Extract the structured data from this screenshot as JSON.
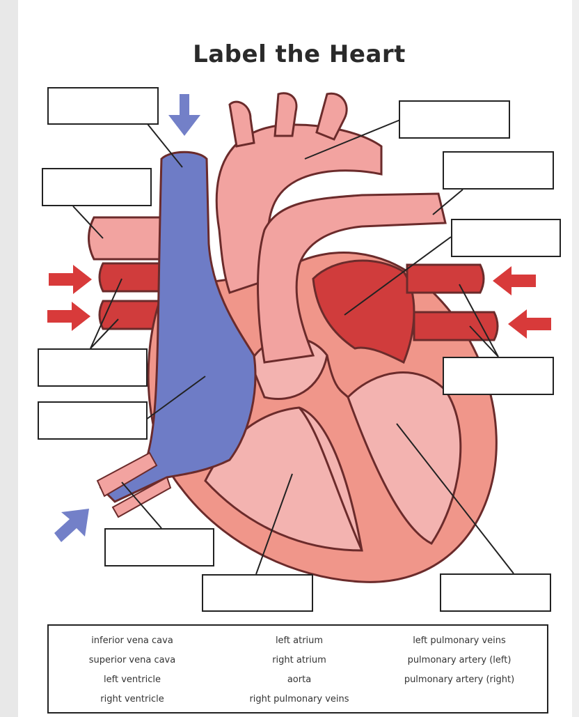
{
  "title": "Label the Heart",
  "colors": {
    "heart_outer": "#f0968a",
    "heart_inner": "#f3b3b0",
    "vessel_pink": "#f2a3a0",
    "oxygenated": "#d03c3c",
    "deoxygenated": "#6e7cc6",
    "outline": "#6b2b2b"
  },
  "word_bank": {
    "col1": [
      "inferior vena cava",
      "superior vena cava",
      "left ventricle",
      "right ventricle"
    ],
    "col2": [
      "left atrium",
      "right atrium",
      "aorta",
      "right pulmonary veins"
    ],
    "col3": [
      "left pulmonary veins",
      "pulmonary artery (left)",
      "pulmonary artery (right)"
    ]
  },
  "arrows": {
    "blue": [
      "arrow-down-blue-icon",
      "arrow-up-right-blue-icon"
    ],
    "red": [
      "arrow-right-red-icon",
      "arrow-left-red-icon"
    ]
  }
}
